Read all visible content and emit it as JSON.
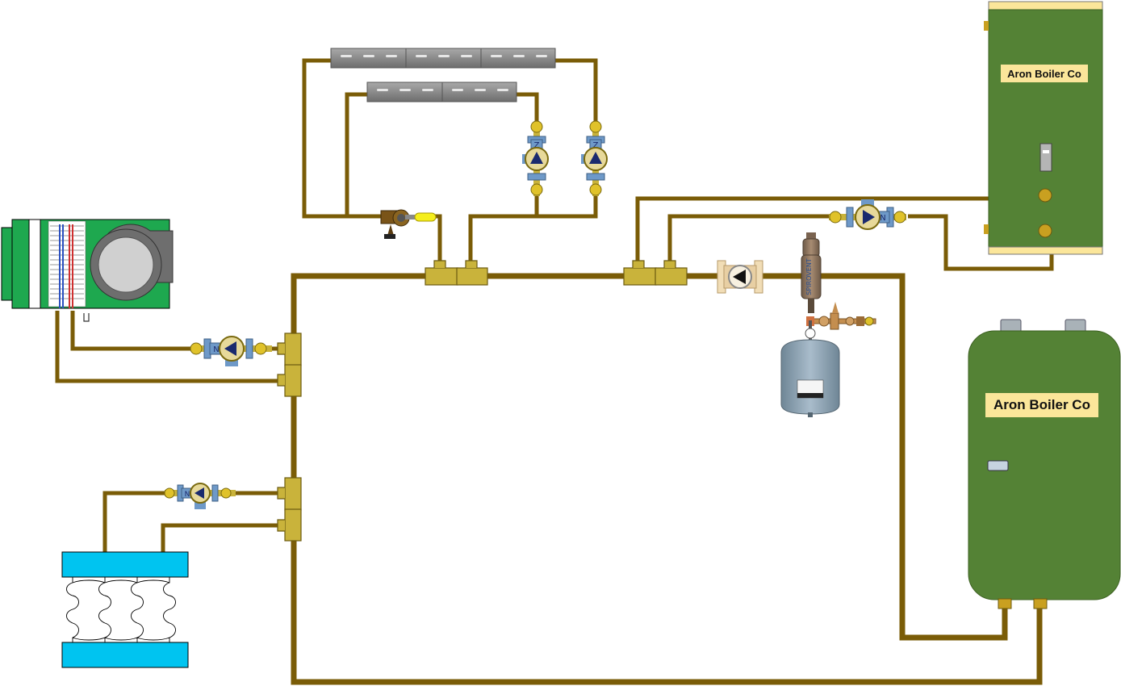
{
  "indirect_tank": {
    "label": "Aron Boiler Co"
  },
  "boiler": {
    "label": "Aron Boiler Co"
  },
  "colors": {
    "pipe": "#7a5c07",
    "fitting": "#c9b33b",
    "tank_green": "#548235",
    "air_handler_green": "#1ea84f",
    "radiant_panel": "#00c4f0",
    "baseboard": "#8c8c8c",
    "pump_body": "#6e99c8",
    "expansion_tank": "#8fa4b4",
    "label_bg": "#fbe69a"
  },
  "components": [
    "air-handler",
    "baseboard-upper-row",
    "baseboard-lower-row",
    "zone-pump-baseboard-1",
    "zone-pump-baseboard-2",
    "zone-pump-air-handler",
    "zone-pump-radiant",
    "indirect-pump",
    "system-circulator",
    "air-dirt-separator",
    "expansion-tank",
    "fill-valve",
    "mixing-valve",
    "radiant-panel",
    "indirect-water-heater",
    "boiler"
  ]
}
